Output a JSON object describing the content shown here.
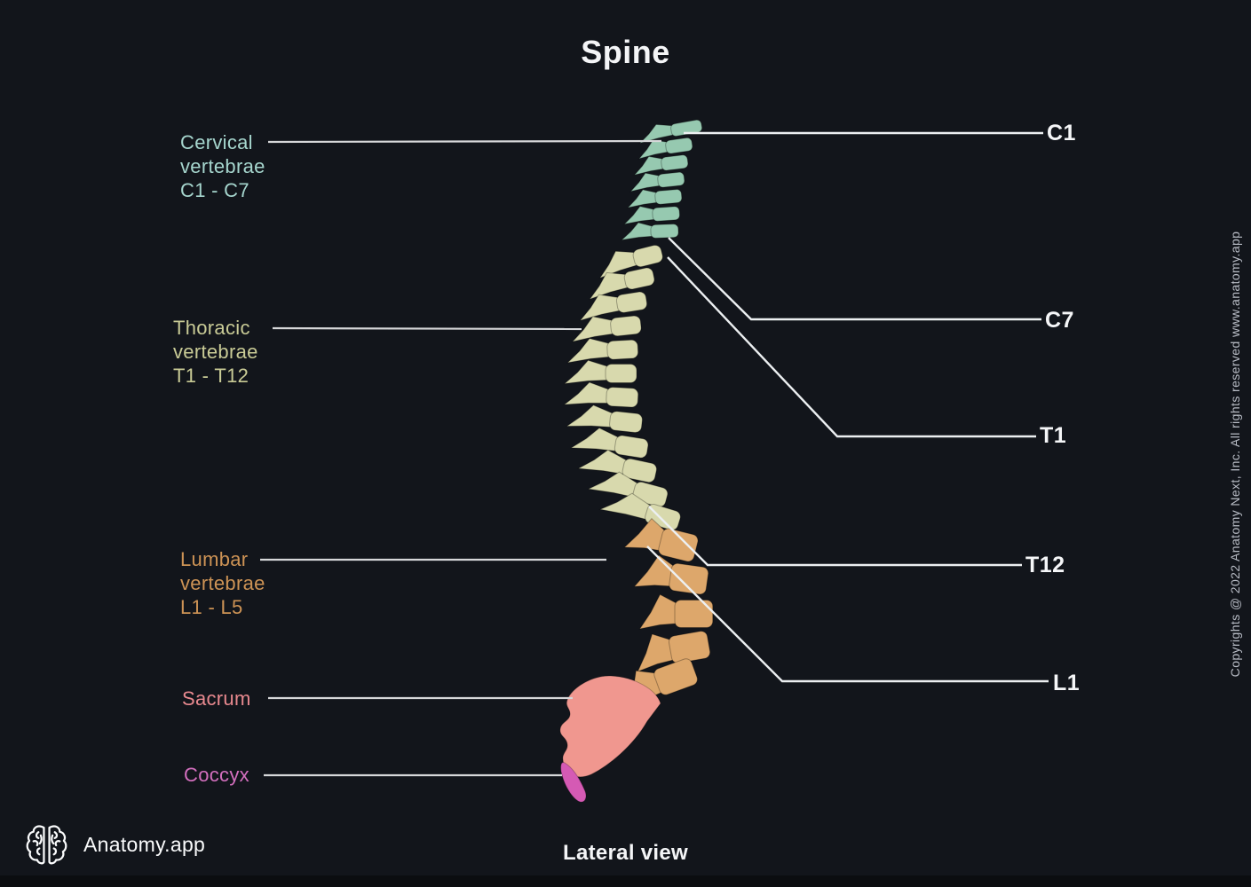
{
  "title": "Spine",
  "view_caption": "Lateral view",
  "brand": {
    "name": "Anatomy.app"
  },
  "copyright": "Copyrights @ 2022 Anatomy Next, Inc. All rights reserved www.anatomy.app",
  "colors": {
    "background": "#12151b",
    "cervical": "#96c9b0",
    "thoracic": "#d8d9ad",
    "lumbar": "#dda76b",
    "sacrum": "#f0978f",
    "coccyx": "#d55ab4",
    "leader_line_left": "#d6d7d9",
    "leader_line_right": "#eceff1",
    "title_text": "#f4f5f7"
  },
  "left_labels": [
    {
      "id": "cervical",
      "lines": [
        "Cervical",
        "vertebrae",
        "C1 - C7"
      ],
      "color": "#a6d6ce"
    },
    {
      "id": "thoracic",
      "lines": [
        "Thoracic",
        "vertebrae",
        "T1 - T12"
      ],
      "color": "#c9cb96"
    },
    {
      "id": "lumbar",
      "lines": [
        "Lumbar",
        "vertebrae",
        "L1 - L5"
      ],
      "color": "#cd9355"
    },
    {
      "id": "sacrum",
      "lines": [
        "Sacrum"
      ],
      "color": "#e8898f"
    },
    {
      "id": "coccyx",
      "lines": [
        "Coccyx"
      ],
      "color": "#d36fbe"
    }
  ],
  "right_labels": [
    {
      "id": "c1",
      "label": "C1"
    },
    {
      "id": "c7",
      "label": "C7"
    },
    {
      "id": "t1",
      "label": "T1"
    },
    {
      "id": "t12",
      "label": "T12"
    },
    {
      "id": "l1",
      "label": "L1"
    }
  ]
}
